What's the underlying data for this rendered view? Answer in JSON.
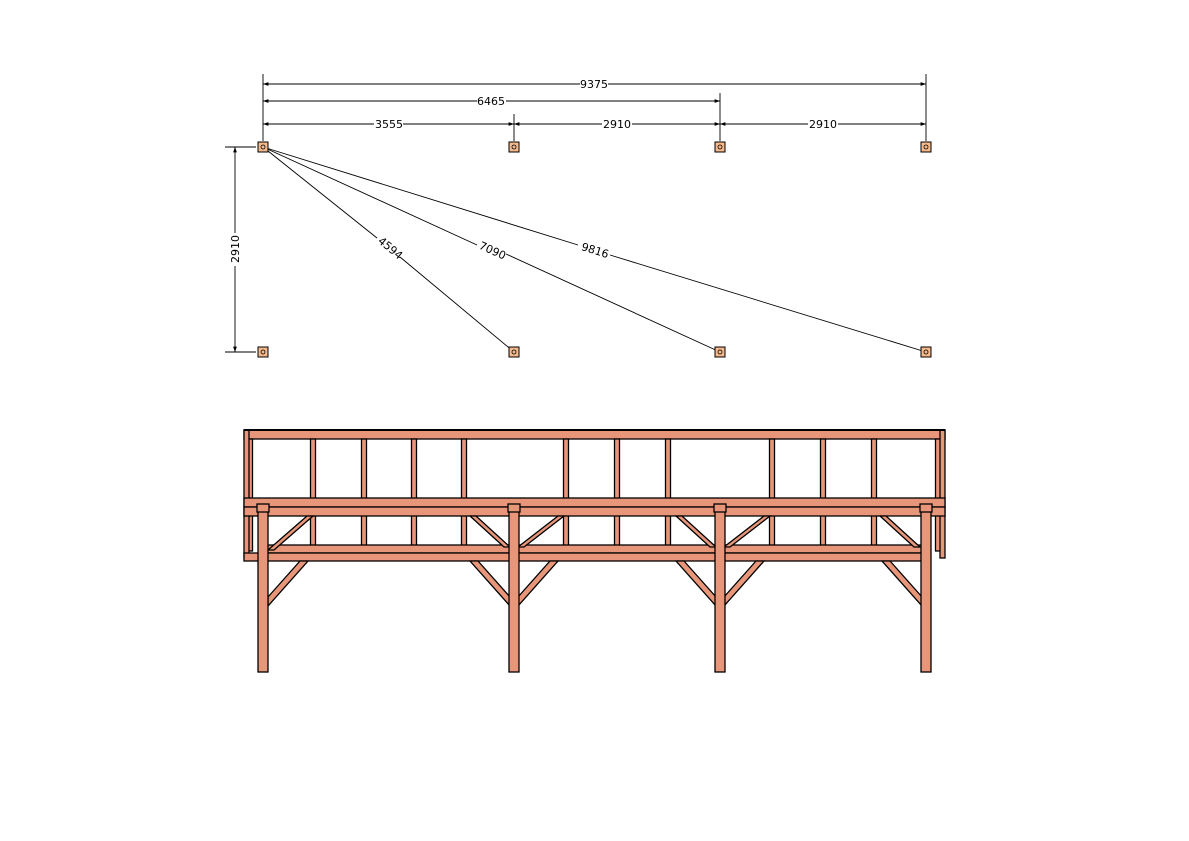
{
  "plan": {
    "dimensions": {
      "overall": "9375",
      "second": "6465",
      "spans": [
        "3555",
        "2910",
        "2910"
      ],
      "depth": "2910"
    },
    "diagonals": [
      "4594",
      "7090",
      "9816"
    ]
  },
  "colors": {
    "wood": "#e8967a",
    "post_fill": "#f5b98b",
    "line": "#000000"
  }
}
